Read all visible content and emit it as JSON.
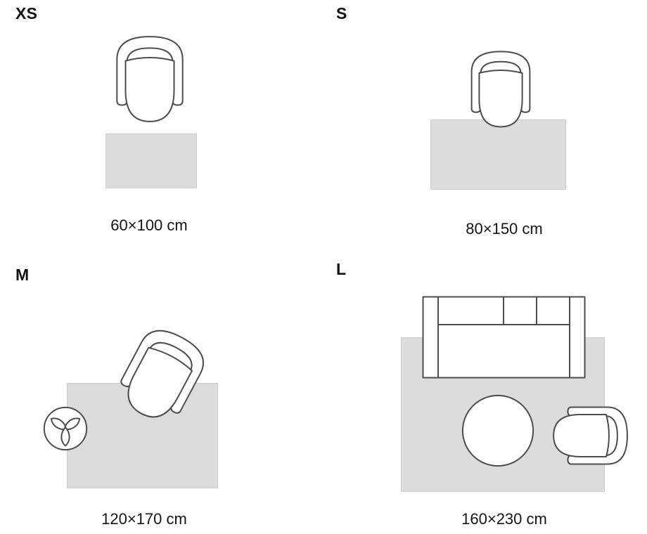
{
  "colors": {
    "rug-fill": "#dcdcdc",
    "rug-border": "#cccccc",
    "outline": "#4d4d4d",
    "text": "#141414"
  },
  "sizes": [
    {
      "id": "xs",
      "label": "XS",
      "dimensions": "60×100 cm",
      "furniture": [
        "armchair"
      ]
    },
    {
      "id": "s",
      "label": "S",
      "dimensions": "80×150 cm",
      "furniture": [
        "armchair"
      ]
    },
    {
      "id": "m",
      "label": "M",
      "dimensions": "120×170 cm",
      "furniture": [
        "armchair",
        "plant"
      ]
    },
    {
      "id": "l",
      "label": "L",
      "dimensions": "160×230 cm",
      "furniture": [
        "sofa",
        "coffee-table",
        "armchair"
      ]
    }
  ]
}
